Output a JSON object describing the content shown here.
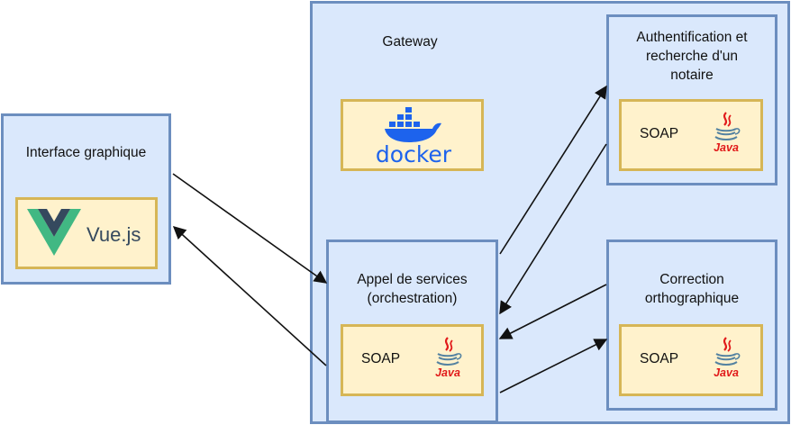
{
  "frontend": {
    "title": "Interface graphique",
    "framework_label": "Vue.js"
  },
  "gateway": {
    "title": "Gateway",
    "docker_label": "docker"
  },
  "orchestration": {
    "title": "Appel de services\n(orchestration)",
    "protocol": "SOAP",
    "java_label": "Java"
  },
  "auth_service": {
    "title": "Authentification et\nrecherche d'un\nnotaire",
    "protocol": "SOAP",
    "java_label": "Java"
  },
  "correction_service": {
    "title": "Correction\northographique",
    "protocol": "SOAP",
    "java_label": "Java"
  },
  "colors": {
    "container_fill": "#dae8fc",
    "container_stroke": "#6c8ebf",
    "inner_fill": "#fff2cc",
    "inner_stroke": "#d6b656",
    "docker_blue": "#1d63ed",
    "vue_green": "#41b883",
    "vue_dark": "#35495e",
    "java_red": "#e11a1a",
    "java_blue": "#5382a1"
  }
}
